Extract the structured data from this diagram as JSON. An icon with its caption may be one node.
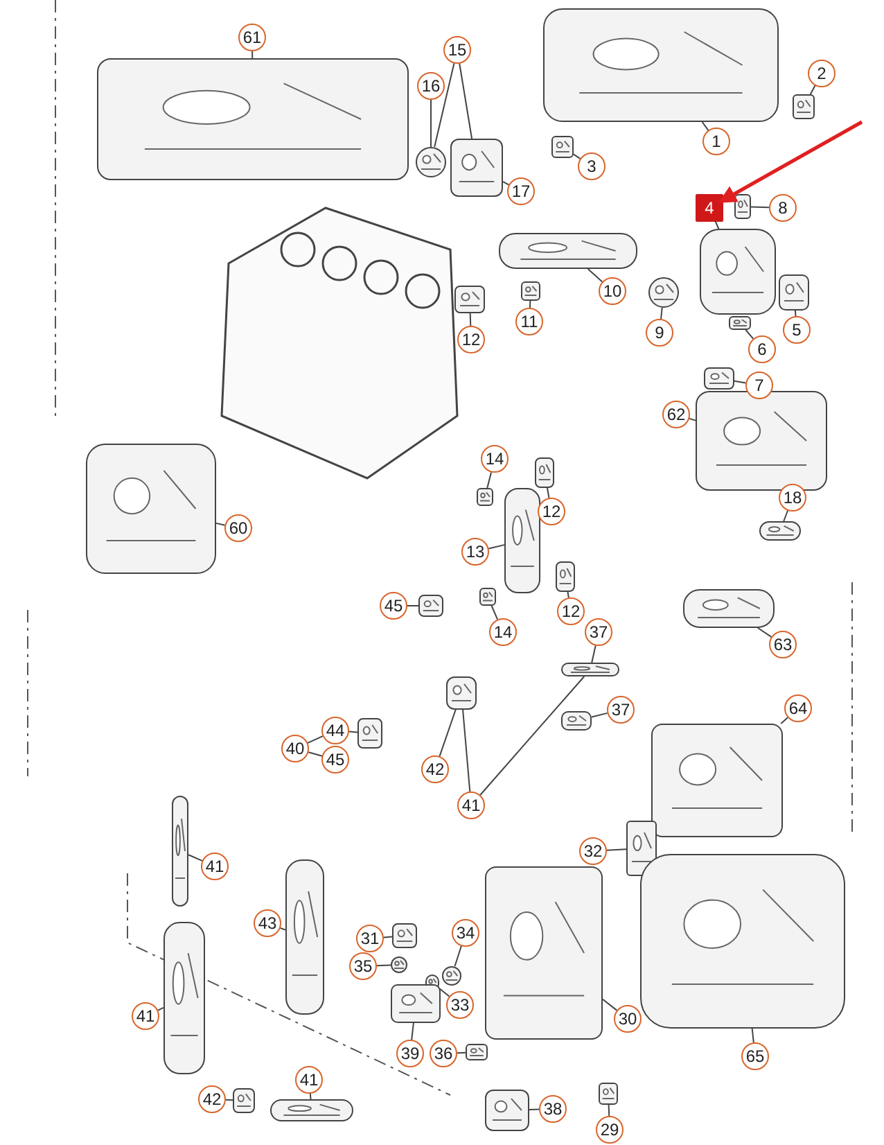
{
  "diagram": {
    "nodes": [
      {
        "text": [
          "61"
        ]
      },
      {
        "text": [],
        "shape": "picture"
      },
      {
        "text": [
          "16"
        ]
      },
      {
        "text": [],
        "shape": "picture"
      },
      {
        "text": [
          "17"
        ]
      },
      {
        "text": [],
        "shape": "picture"
      },
      {
        "text": [
          "1"
        ]
      },
      {
        "text": [],
        "shape": "picture"
      },
      {
        "text": [
          "2"
        ]
      },
      {
        "text": [],
        "shape": "picture"
      },
      {
        "text": [
          "3"
        ]
      },
      {
        "text": [],
        "shape": "picture"
      },
      {
        "text": [
          "4"
        ]
      },
      {
        "text": [],
        "shape": "picture"
      },
      {
        "text": [
          "8"
        ]
      },
      {
        "text": [],
        "shape": "picture"
      },
      {
        "text": [
          "10"
        ]
      },
      {
        "text": [],
        "shape": "picture"
      },
      {
        "text": [
          "9"
        ]
      },
      {
        "text": [],
        "shape": "picture"
      },
      {
        "text": [
          "11"
        ]
      },
      {
        "text": [],
        "shape": "picture"
      },
      {
        "text": [
          "12"
        ]
      },
      {
        "text": [],
        "shape": "picture"
      },
      {
        "text": [
          "6"
        ]
      },
      {
        "text": [],
        "shape": "picture"
      },
      {
        "text": [
          "5"
        ]
      },
      {
        "text": [],
        "shape": "picture"
      },
      {
        "text": [
          "7"
        ]
      },
      {
        "text": [],
        "shape": "picture"
      },
      {
        "text": [
          "62"
        ]
      },
      {
        "text": [],
        "shape": "picture"
      },
      {
        "text": [
          "14"
        ]
      },
      {
        "text": [],
        "shape": "picture"
      },
      {
        "text": [
          "12"
        ]
      },
      {
        "text": [],
        "shape": "picture"
      },
      {
        "text": [
          "13"
        ]
      },
      {
        "text": [],
        "shape": "picture"
      },
      {
        "text": [
          "12"
        ]
      },
      {
        "text": [],
        "shape": "picture"
      },
      {
        "text": [
          "14"
        ]
      },
      {
        "text": [],
        "shape": "picture"
      },
      {
        "text": [
          "18"
        ]
      },
      {
        "text": [],
        "shape": "picture"
      },
      {
        "text": [
          "60"
        ]
      },
      {
        "text": [],
        "shape": "picture"
      },
      {
        "text": [
          "45"
        ]
      },
      {
        "text": [],
        "shape": "picture"
      },
      {
        "text": [
          "63"
        ]
      },
      {
        "text": [],
        "shape": "picture"
      },
      {
        "text": [
          "37"
        ]
      },
      {
        "text": [],
        "shape": "picture"
      },
      {
        "text": [
          "37"
        ]
      },
      {
        "text": [],
        "shape": "picture"
      },
      {
        "text": [
          "44"
        ]
      },
      {
        "text": [],
        "shape": "picture"
      },
      {
        "text": [
          "64"
        ]
      },
      {
        "text": [],
        "shape": "picture"
      },
      {
        "text": [
          "42"
        ]
      },
      {
        "text": [],
        "shape": "picture"
      },
      {
        "text": [
          "32"
        ]
      },
      {
        "text": [],
        "shape": "picture"
      },
      {
        "text": [
          "41"
        ]
      },
      {
        "text": [],
        "shape": "picture"
      },
      {
        "text": [
          "43"
        ]
      },
      {
        "text": [],
        "shape": "picture"
      },
      {
        "text": [
          "31"
        ]
      },
      {
        "text": [],
        "shape": "picture"
      },
      {
        "text": [
          "34"
        ]
      },
      {
        "text": [],
        "shape": "picture"
      },
      {
        "text": [
          "35"
        ]
      },
      {
        "text": [],
        "shape": "picture"
      },
      {
        "text": [
          "33"
        ]
      },
      {
        "text": [],
        "shape": "picture"
      },
      {
        "text": [
          "39"
        ]
      },
      {
        "text": [],
        "shape": "picture"
      },
      {
        "text": [
          "41"
        ]
      },
      {
        "text": [],
        "shape": "picture"
      },
      {
        "text": [
          "30"
        ]
      },
      {
        "text": [],
        "shape": "picture"
      },
      {
        "text": [
          "36"
        ]
      },
      {
        "text": [],
        "shape": "picture"
      },
      {
        "text": [
          "65"
        ]
      },
      {
        "text": [],
        "shape": "picture"
      },
      {
        "text": [
          "41"
        ]
      },
      {
        "text": [],
        "shape": "picture"
      },
      {
        "text": [
          "42"
        ]
      },
      {
        "text": [],
        "shape": "picture"
      },
      {
        "text": [
          "38"
        ]
      },
      {
        "text": [],
        "shape": "picture"
      },
      {
        "text": [
          "29"
        ]
      },
      {
        "text": [],
        "shape": "picture"
      },
      {
        "text": [
          "15"
        ]
      },
      {
        "text": [
          "40"
        ]
      },
      {
        "text": [
          "45"
        ]
      },
      {
        "text": [
          "41"
        ]
      }
    ],
    "edges": [
      {
        "from": 0,
        "to": 1,
        "arrow": "none"
      },
      {
        "from": 2,
        "to": 3,
        "arrow": "none"
      },
      {
        "from": 4,
        "to": 5,
        "arrow": "none"
      },
      {
        "from": 6,
        "to": 7,
        "arrow": "none"
      },
      {
        "from": 8,
        "to": 9,
        "arrow": "none"
      },
      {
        "from": 10,
        "to": 11,
        "arrow": "none"
      },
      {
        "from": 12,
        "to": 13,
        "arrow": "none"
      },
      {
        "from": 14,
        "to": 15,
        "arrow": "none"
      },
      {
        "from": 16,
        "to": 17,
        "arrow": "none"
      },
      {
        "from": 18,
        "to": 19,
        "arrow": "none"
      },
      {
        "from": 20,
        "to": 21,
        "arrow": "none"
      },
      {
        "from": 22,
        "to": 23,
        "arrow": "none"
      },
      {
        "from": 24,
        "to": 25,
        "arrow": "none"
      },
      {
        "from": 26,
        "to": 27,
        "arrow": "none"
      },
      {
        "from": 28,
        "to": 29,
        "arrow": "none"
      },
      {
        "from": 30,
        "to": 31,
        "arrow": "none"
      },
      {
        "from": 32,
        "to": 33,
        "arrow": "none"
      },
      {
        "from": 34,
        "to": 35,
        "arrow": "none"
      },
      {
        "from": 36,
        "to": 37,
        "arrow": "none"
      },
      {
        "from": 38,
        "to": 39,
        "arrow": "none"
      },
      {
        "from": 40,
        "to": 41,
        "arrow": "none"
      },
      {
        "from": 42,
        "to": 43,
        "arrow": "none"
      },
      {
        "from": 44,
        "to": 45,
        "arrow": "none"
      },
      {
        "from": 46,
        "to": 47,
        "arrow": "none"
      },
      {
        "from": 48,
        "to": 49,
        "arrow": "none"
      },
      {
        "from": 50,
        "to": 51,
        "arrow": "none"
      },
      {
        "from": 52,
        "to": 53,
        "arrow": "none"
      },
      {
        "from": 54,
        "to": 55,
        "arrow": "none"
      },
      {
        "from": 56,
        "to": 57,
        "arrow": "none"
      },
      {
        "from": 58,
        "to": 59,
        "arrow": "none"
      },
      {
        "from": 60,
        "to": 61,
        "arrow": "none"
      },
      {
        "from": 62,
        "to": 63,
        "arrow": "none"
      },
      {
        "from": 64,
        "to": 65,
        "arrow": "none"
      },
      {
        "from": 66,
        "to": 67,
        "arrow": "none"
      },
      {
        "from": 68,
        "to": 69,
        "arrow": "none"
      },
      {
        "from": 70,
        "to": 71,
        "arrow": "none"
      },
      {
        "from": 72,
        "to": 73,
        "arrow": "none"
      },
      {
        "from": 74,
        "to": 75,
        "arrow": "none"
      },
      {
        "from": 76,
        "to": 77,
        "arrow": "none"
      },
      {
        "from": 78,
        "to": 79,
        "arrow": "none"
      },
      {
        "from": 80,
        "to": 81,
        "arrow": "none"
      },
      {
        "from": 82,
        "to": 83,
        "arrow": "none"
      },
      {
        "from": 84,
        "to": 85,
        "arrow": "none"
      },
      {
        "from": 86,
        "to": 87,
        "arrow": "none"
      },
      {
        "from": 88,
        "to": 89,
        "arrow": "none"
      },
      {
        "from": 90,
        "to": 91,
        "arrow": "none"
      },
      {
        "from": null,
        "to": 12,
        "arrow": "to",
        "style": "thick",
        "color": "#e02020"
      },
      {
        "from": 92,
        "to": 3,
        "arrow": "none"
      },
      {
        "from": 92,
        "to": 5,
        "arrow": "none"
      },
      {
        "from": 93,
        "to": 54,
        "arrow": "none"
      },
      {
        "from": 93,
        "to": 94,
        "arrow": "none"
      },
      {
        "from": 95,
        "to": 59,
        "arrow": "none"
      },
      {
        "from": 95,
        "to": 51,
        "arrow": "none"
      }
    ]
  }
}
